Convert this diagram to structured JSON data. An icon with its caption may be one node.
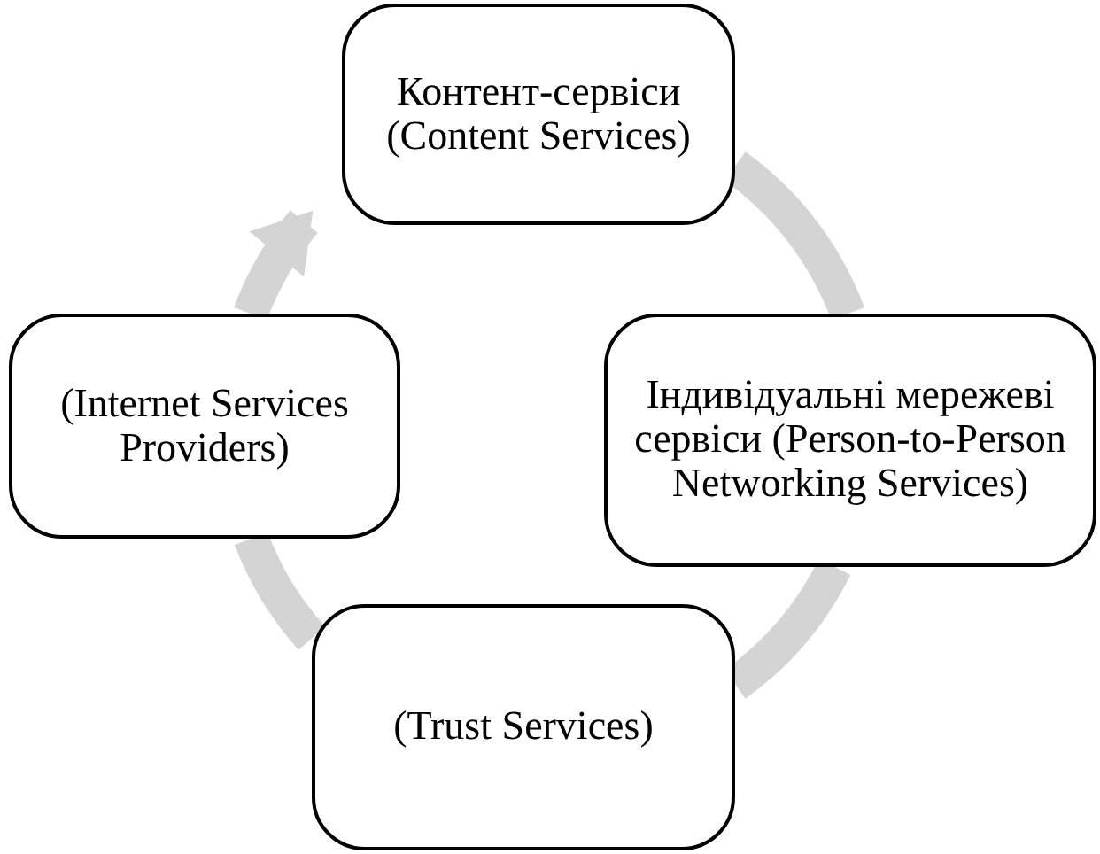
{
  "diagram": {
    "nodes": [
      {
        "text": [
          "Контент-сервіси (Content Services)"
        ]
      },
      {
        "text": [
          "Індивідуальні мережеві сервіси (Person-to-Person Networking Services)"
        ]
      },
      {
        "text": [
          "(Trust Services)"
        ]
      },
      {
        "text": [
          "(Internet Services Providers)"
        ]
      }
    ],
    "edges": [
      {
        "from": 0,
        "to": 1,
        "arrow": "none"
      },
      {
        "from": 1,
        "to": 2,
        "arrow": "none"
      },
      {
        "from": 2,
        "to": 3,
        "arrow": "none"
      },
      {
        "from": 3,
        "to": 0,
        "arrow": "to"
      }
    ]
  }
}
